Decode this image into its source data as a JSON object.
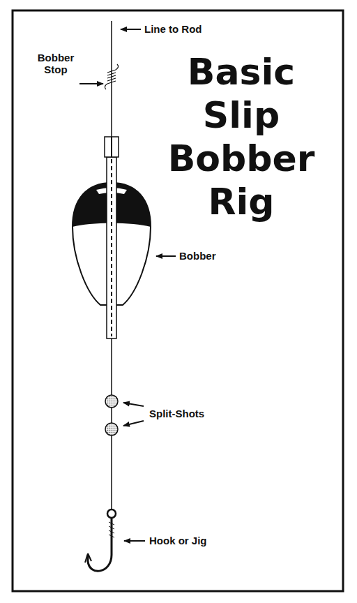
{
  "diagram": {
    "title": "Basic Slip Bobber Rig",
    "labels": [
      "Line to Rod",
      "Bobber Stop",
      "Bobber",
      "Split-Shots",
      "Hook or Jig"
    ]
  }
}
